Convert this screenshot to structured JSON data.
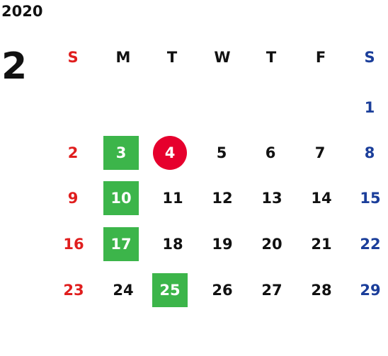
{
  "calendar": {
    "year": "2020",
    "month": "2",
    "weekdays": [
      {
        "label": "S",
        "color": "red"
      },
      {
        "label": "M",
        "color": "black"
      },
      {
        "label": "T",
        "color": "black"
      },
      {
        "label": "W",
        "color": "black"
      },
      {
        "label": "T",
        "color": "black"
      },
      {
        "label": "F",
        "color": "black"
      },
      {
        "label": "S",
        "color": "blue"
      }
    ],
    "weeks": [
      [
        null,
        null,
        null,
        null,
        null,
        null,
        {
          "day": "1"
        }
      ],
      [
        {
          "day": "2"
        },
        {
          "day": "3",
          "highlight": "green"
        },
        {
          "day": "4",
          "highlight": "red-circle"
        },
        {
          "day": "5"
        },
        {
          "day": "6"
        },
        {
          "day": "7"
        },
        {
          "day": "8"
        }
      ],
      [
        {
          "day": "9"
        },
        {
          "day": "10",
          "highlight": "green"
        },
        {
          "day": "11"
        },
        {
          "day": "12"
        },
        {
          "day": "13"
        },
        {
          "day": "14"
        },
        {
          "day": "15"
        }
      ],
      [
        {
          "day": "16"
        },
        {
          "day": "17",
          "highlight": "green"
        },
        {
          "day": "18"
        },
        {
          "day": "19"
        },
        {
          "day": "20"
        },
        {
          "day": "21"
        },
        {
          "day": "22"
        }
      ],
      [
        {
          "day": "23"
        },
        {
          "day": "24"
        },
        {
          "day": "25",
          "highlight": "green"
        },
        {
          "day": "26"
        },
        {
          "day": "27"
        },
        {
          "day": "28"
        },
        {
          "day": "29"
        }
      ]
    ],
    "colors": {
      "sunday": "#e01e1e",
      "saturday": "#1b3e9a",
      "highlight_green": "#3cb54a",
      "highlight_red": "#e6002d"
    }
  }
}
